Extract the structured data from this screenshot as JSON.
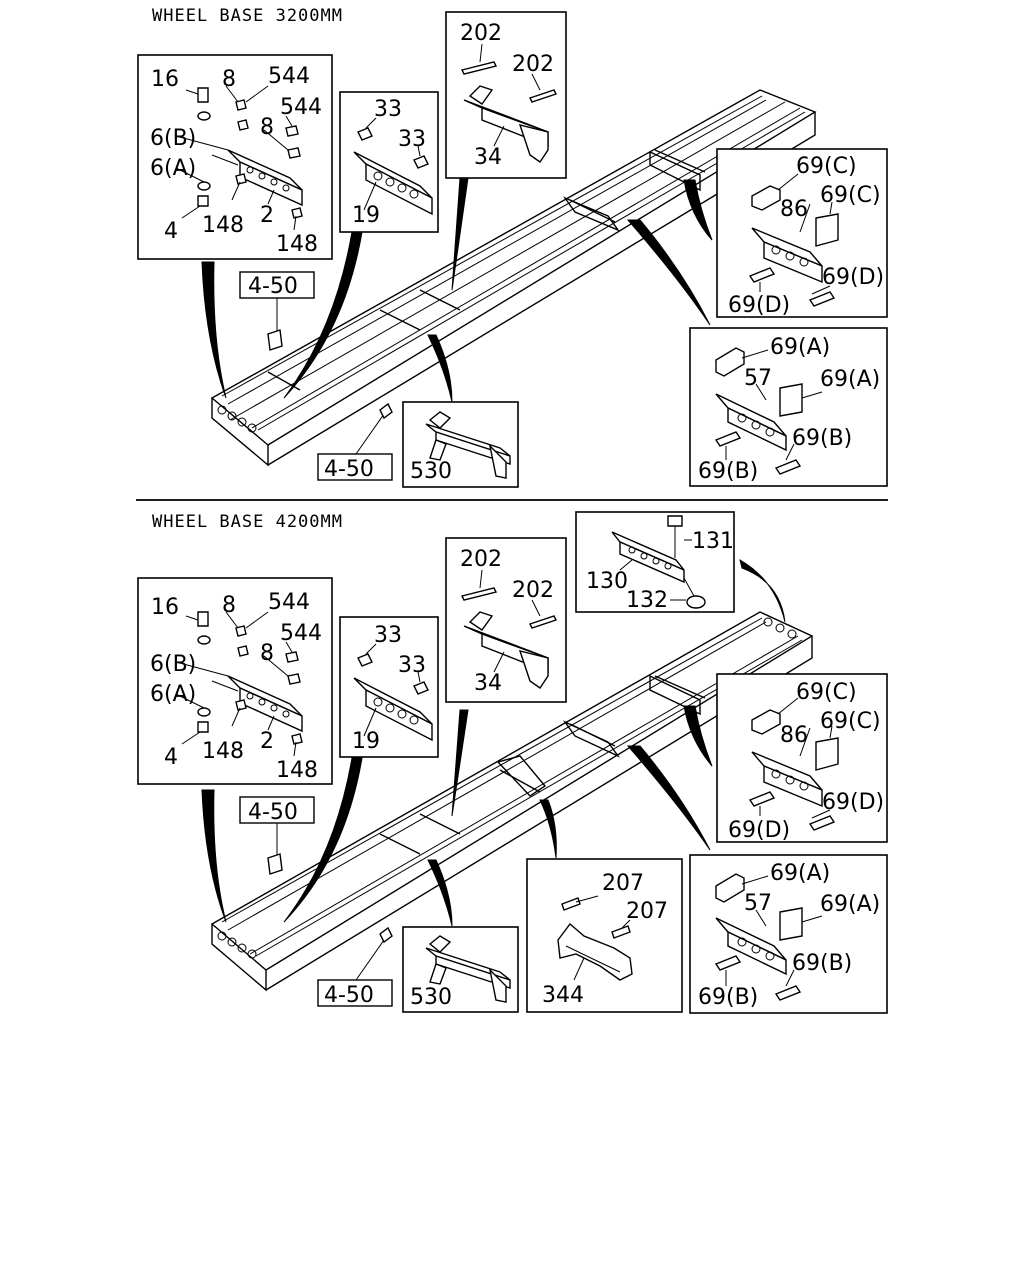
{
  "sections": [
    {
      "title": "WHEEL BASE 3200MM",
      "box_a": {
        "labels": [
          "16",
          "8",
          "544",
          "544",
          "8",
          "6(B)",
          "6(A)",
          "4",
          "148",
          "2",
          "148"
        ]
      },
      "box_b": {
        "labels": [
          "33",
          "33",
          "19"
        ]
      },
      "box_c": {
        "labels": [
          "202",
          "202",
          "34"
        ]
      },
      "box_d": {
        "labels": [
          "69(C)",
          "86",
          "69(C)",
          "69(D)",
          "69(D)"
        ]
      },
      "box_e": {
        "labels": [
          "69(A)",
          "57",
          "69(A)",
          "69(B)",
          "69(B)"
        ]
      },
      "box_f": {
        "labels": [
          "530"
        ]
      },
      "refs": [
        "4-50",
        "4-50"
      ]
    },
    {
      "title": "WHEEL BASE 4200MM",
      "box_a": {
        "labels": [
          "16",
          "8",
          "544",
          "544",
          "8",
          "6(B)",
          "6(A)",
          "4",
          "148",
          "2",
          "148"
        ]
      },
      "box_b": {
        "labels": [
          "33",
          "33",
          "19"
        ]
      },
      "box_c": {
        "labels": [
          "202",
          "202",
          "34"
        ]
      },
      "box_g": {
        "labels": [
          "131",
          "130",
          "132"
        ]
      },
      "box_d": {
        "labels": [
          "69(C)",
          "86",
          "69(C)",
          "69(D)",
          "69(D)"
        ]
      },
      "box_e": {
        "labels": [
          "69(A)",
          "57",
          "69(A)",
          "69(B)",
          "69(B)"
        ]
      },
      "box_h": {
        "labels": [
          "207",
          "207",
          "344"
        ]
      },
      "box_f": {
        "labels": [
          "530"
        ]
      },
      "refs": [
        "4-50",
        "4-50"
      ]
    }
  ]
}
